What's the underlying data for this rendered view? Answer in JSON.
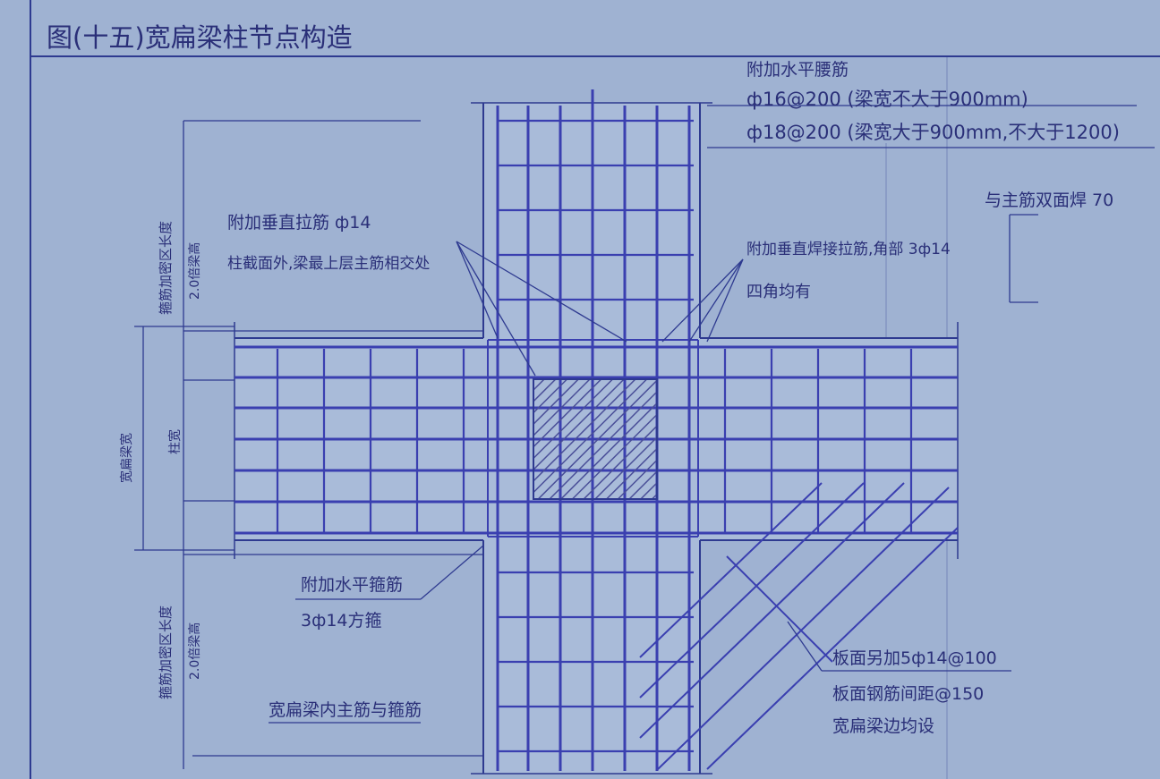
{
  "title": "图(十五)宽扁梁柱节点构造",
  "colors": {
    "paper": "#9fb2d2",
    "ink": "#2a2f78",
    "rebar": "#3a3fb0",
    "hatch": "#4a4f98"
  },
  "labels": {
    "horiz_waist_title": "附加水平腰筋",
    "horiz_waist_line1": "ф16@200 (梁宽不大于900mm)",
    "horiz_waist_line2": "ф18@200 (梁宽大于900mm,不大于1200)",
    "double_weld": "与主筋双面焊 70",
    "vert_tie_title": "附加垂直拉筋 ф14",
    "vert_tie_desc": "柱截面外,梁最上层主筋相交处",
    "vert_weld_title": "附加垂直焊接拉筋,角部 3ф14",
    "vert_weld_desc": "四角均有",
    "horiz_stirrup_title": "附加水平箍筋",
    "horiz_stirrup_desc": "3ф14方箍",
    "beam_main": "宽扁梁内主筋与箍筋",
    "slab_add": "板面另加5ф14@100",
    "slab_spacing": "板面钢筋间距@150",
    "slab_edge": "宽扁梁边均设",
    "dim_upper_vert": "箍筋加密区长度",
    "dim_upper_sub": "2.0倍梁高",
    "dim_beam_width": "宽扁梁宽",
    "dim_column": "柱宽",
    "dim_lower_vert": "箍筋加密区长度",
    "dim_lower_sub": "2.0倍梁高"
  }
}
